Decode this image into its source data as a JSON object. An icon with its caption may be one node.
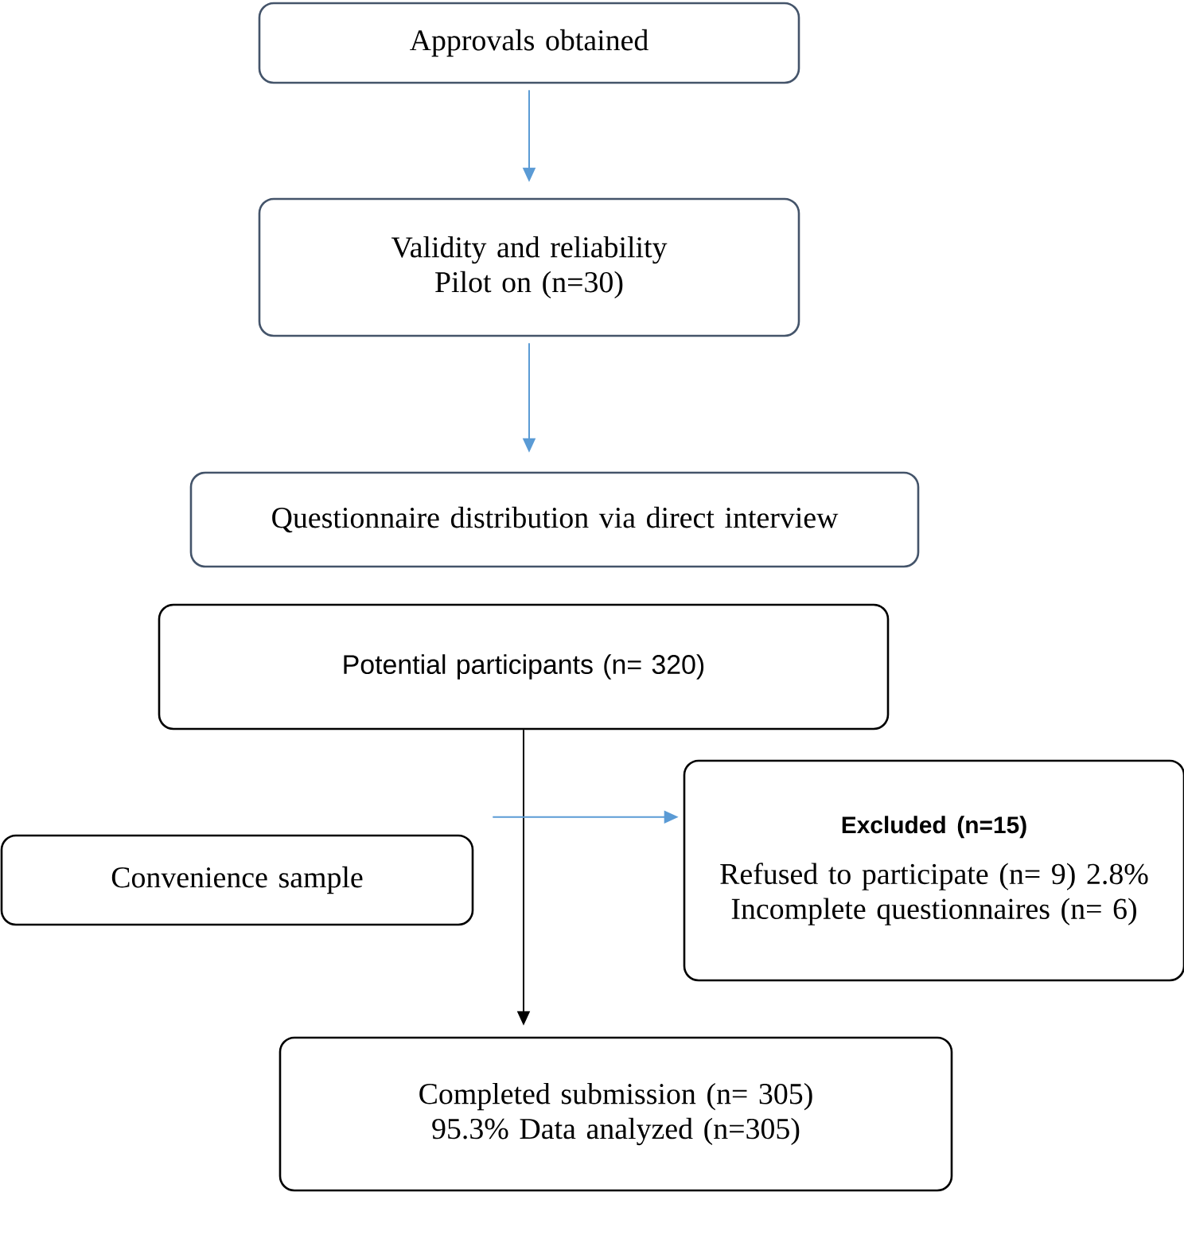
{
  "diagram": {
    "nodes": [
      {
        "text": [
          "Approvals obtained"
        ]
      },
      {
        "text": [
          "Validity and reliability Pilot on (n=30)"
        ]
      },
      {
        "text": [
          "Questionnaire distribution via direct interview"
        ]
      },
      {
        "text": [
          "Potential participants (n= 320)"
        ]
      },
      {
        "text": [
          "Convenience sample"
        ]
      },
      {
        "text": [
          "Excluded (n=15)",
          "Refused to participate (n= 9) 2.8% Incomplete questionnaires (n= 6)"
        ]
      },
      {
        "text": [
          "Completed submission (n= 305) 95.3% Data analyzed (n=305)"
        ]
      }
    ],
    "edges": [
      {
        "from": 0,
        "to": 1,
        "arrow": "to"
      },
      {
        "from": 1,
        "to": 2,
        "arrow": "to"
      },
      {
        "from": 3,
        "to": 6,
        "arrow": "to",
        "color": "#000000"
      },
      {
        "from": 4,
        "to": 5,
        "arrow": "to"
      }
    ]
  }
}
